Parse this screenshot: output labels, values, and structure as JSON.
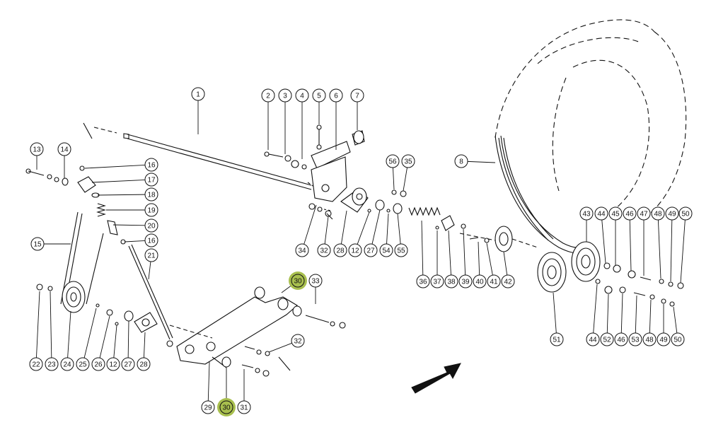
{
  "diagram": {
    "callouts": [
      {
        "id": "c1",
        "text": "1"
      },
      {
        "id": "c2",
        "text": "2"
      },
      {
        "id": "c3",
        "text": "3"
      },
      {
        "id": "c4",
        "text": "4"
      },
      {
        "id": "c5",
        "text": "5"
      },
      {
        "id": "c6",
        "text": "6"
      },
      {
        "id": "c7",
        "text": "7"
      },
      {
        "id": "c8",
        "text": "8"
      },
      {
        "id": "c13",
        "text": "13"
      },
      {
        "id": "c14",
        "text": "14"
      },
      {
        "id": "c16a",
        "text": "16"
      },
      {
        "id": "c17",
        "text": "17"
      },
      {
        "id": "c18",
        "text": "18"
      },
      {
        "id": "c19",
        "text": "19"
      },
      {
        "id": "c20",
        "text": "20"
      },
      {
        "id": "c16b",
        "text": "16"
      },
      {
        "id": "c21",
        "text": "21"
      },
      {
        "id": "c15",
        "text": "15"
      },
      {
        "id": "c22",
        "text": "22"
      },
      {
        "id": "c23",
        "text": "23"
      },
      {
        "id": "c24",
        "text": "24"
      },
      {
        "id": "c25",
        "text": "25"
      },
      {
        "id": "c26",
        "text": "26"
      },
      {
        "id": "c12b",
        "text": "12"
      },
      {
        "id": "c27b",
        "text": "27"
      },
      {
        "id": "c28b",
        "text": "28"
      },
      {
        "id": "c34",
        "text": "34"
      },
      {
        "id": "c32a",
        "text": "32"
      },
      {
        "id": "c28a",
        "text": "28"
      },
      {
        "id": "c12a",
        "text": "12"
      },
      {
        "id": "c27a",
        "text": "27"
      },
      {
        "id": "c54",
        "text": "54"
      },
      {
        "id": "c55",
        "text": "55"
      },
      {
        "id": "c56",
        "text": "56"
      },
      {
        "id": "c35",
        "text": "35"
      },
      {
        "id": "c36",
        "text": "36"
      },
      {
        "id": "c37",
        "text": "37"
      },
      {
        "id": "c38",
        "text": "38"
      },
      {
        "id": "c39",
        "text": "39"
      },
      {
        "id": "c40",
        "text": "40"
      },
      {
        "id": "c41",
        "text": "41"
      },
      {
        "id": "c42",
        "text": "42"
      },
      {
        "id": "c30a",
        "text": "30"
      },
      {
        "id": "c33",
        "text": "33"
      },
      {
        "id": "c32b",
        "text": "32"
      },
      {
        "id": "c29",
        "text": "29"
      },
      {
        "id": "c30b",
        "text": "30"
      },
      {
        "id": "c31",
        "text": "31"
      },
      {
        "id": "c43",
        "text": "43"
      },
      {
        "id": "c44a",
        "text": "44"
      },
      {
        "id": "c45",
        "text": "45"
      },
      {
        "id": "c46a",
        "text": "46"
      },
      {
        "id": "c47",
        "text": "47"
      },
      {
        "id": "c48a",
        "text": "48"
      },
      {
        "id": "c49a",
        "text": "49"
      },
      {
        "id": "c50a",
        "text": "50"
      },
      {
        "id": "c51",
        "text": "51"
      },
      {
        "id": "c44b",
        "text": "44"
      },
      {
        "id": "c52",
        "text": "52"
      },
      {
        "id": "c46b",
        "text": "46"
      },
      {
        "id": "c53",
        "text": "53"
      },
      {
        "id": "c48b",
        "text": "48"
      },
      {
        "id": "c49b",
        "text": "49"
      },
      {
        "id": "c50b",
        "text": "50"
      }
    ],
    "highlight_color": "#a8bf4e",
    "highlighted_callouts": [
      "c30a",
      "c30b"
    ],
    "ink_color": "#111111"
  }
}
